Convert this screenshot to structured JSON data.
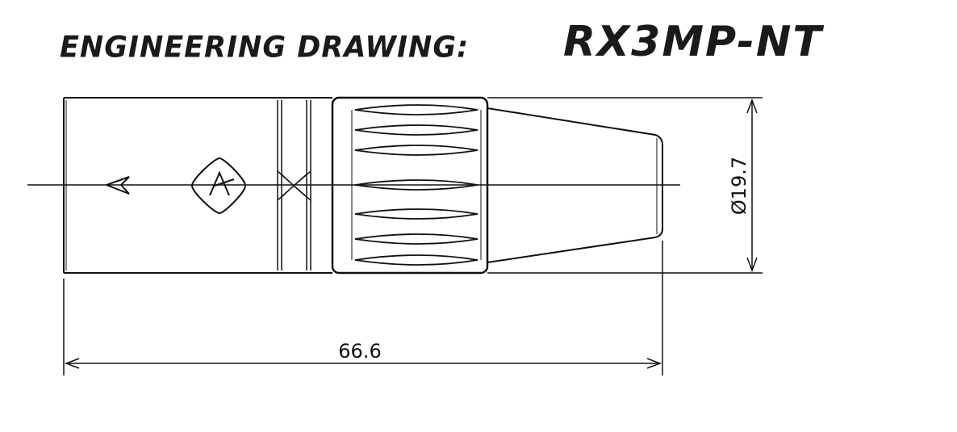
{
  "header": {
    "label": "ENGINEERING DRAWING:",
    "part_number": "RX3MP-NT"
  },
  "dimensions": {
    "diameter": "Ø19.7",
    "length": "66.6"
  },
  "colors": {
    "ink": "#111111",
    "background": "#ffffff"
  }
}
